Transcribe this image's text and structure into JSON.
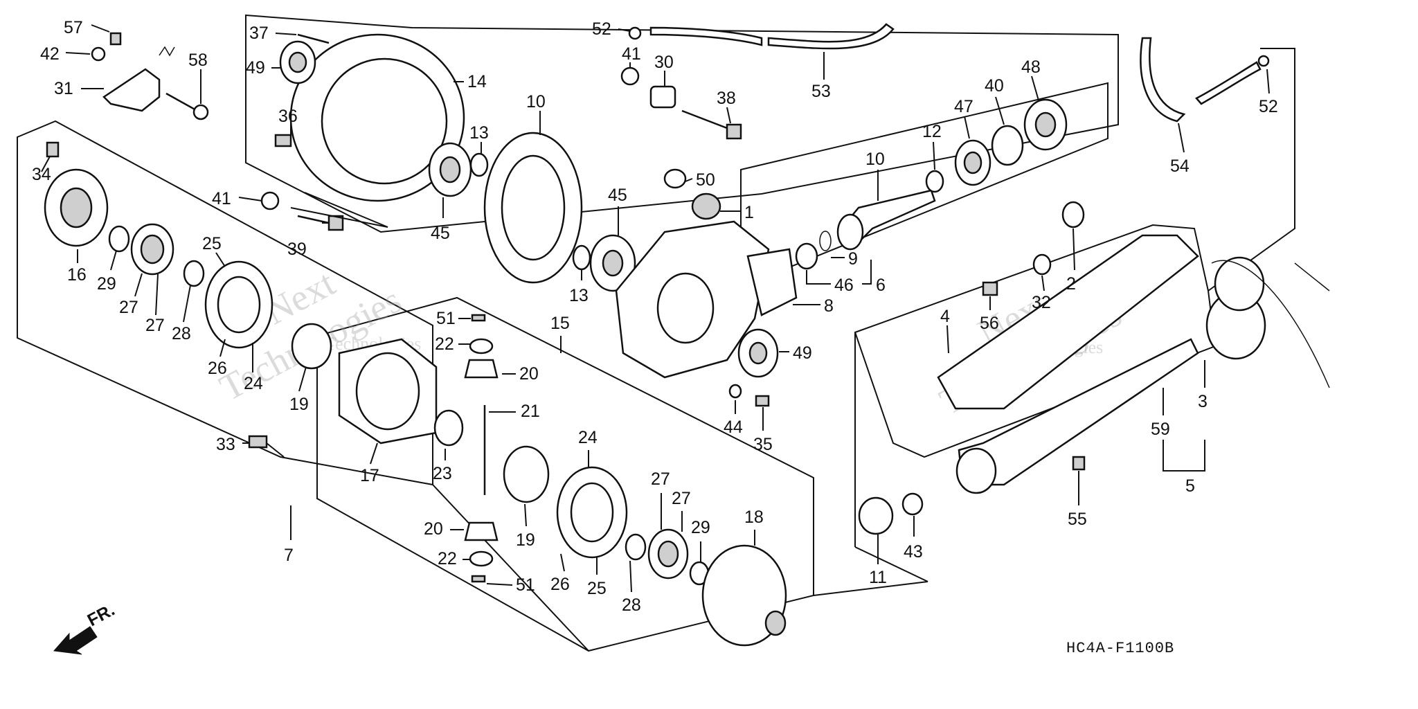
{
  "diagram": {
    "code": "HC4A-F1100B",
    "front_label": "FR.",
    "watermark": [
      "Next",
      "Technologies"
    ],
    "callouts": [
      {
        "id": "c57",
        "text": "57"
      },
      {
        "id": "c42",
        "text": "42"
      },
      {
        "id": "c58",
        "text": "58"
      },
      {
        "id": "c31",
        "text": "31"
      },
      {
        "id": "c37",
        "text": "37"
      },
      {
        "id": "c49a",
        "text": "49"
      },
      {
        "id": "c14",
        "text": "14"
      },
      {
        "id": "c36",
        "text": "36"
      },
      {
        "id": "c52a",
        "text": "52"
      },
      {
        "id": "c41a",
        "text": "41"
      },
      {
        "id": "c30",
        "text": "30"
      },
      {
        "id": "c38",
        "text": "38"
      },
      {
        "id": "c53",
        "text": "53"
      },
      {
        "id": "c10a",
        "text": "10"
      },
      {
        "id": "c13a",
        "text": "13"
      },
      {
        "id": "c45a",
        "text": "45"
      },
      {
        "id": "c34",
        "text": "34"
      },
      {
        "id": "c41b",
        "text": "41"
      },
      {
        "id": "c39",
        "text": "39"
      },
      {
        "id": "c16",
        "text": "16"
      },
      {
        "id": "c29a",
        "text": "29"
      },
      {
        "id": "c27a",
        "text": "27"
      },
      {
        "id": "c27b",
        "text": "27"
      },
      {
        "id": "c28a",
        "text": "28"
      },
      {
        "id": "c25a",
        "text": "25"
      },
      {
        "id": "c26a",
        "text": "26"
      },
      {
        "id": "c24a",
        "text": "24"
      },
      {
        "id": "c19a",
        "text": "19"
      },
      {
        "id": "c33",
        "text": "33"
      },
      {
        "id": "c17",
        "text": "17"
      },
      {
        "id": "c7",
        "text": "7"
      },
      {
        "id": "c51a",
        "text": "51"
      },
      {
        "id": "c22a",
        "text": "22"
      },
      {
        "id": "c20a",
        "text": "20"
      },
      {
        "id": "c15",
        "text": "15"
      },
      {
        "id": "c21",
        "text": "21"
      },
      {
        "id": "c23",
        "text": "23"
      },
      {
        "id": "c24b",
        "text": "24"
      },
      {
        "id": "c19b",
        "text": "19"
      },
      {
        "id": "c20b",
        "text": "20"
      },
      {
        "id": "c22b",
        "text": "22"
      },
      {
        "id": "c51b",
        "text": "51"
      },
      {
        "id": "c26b",
        "text": "26"
      },
      {
        "id": "c25b",
        "text": "25"
      },
      {
        "id": "c28b",
        "text": "28"
      },
      {
        "id": "c27c",
        "text": "27"
      },
      {
        "id": "c27d",
        "text": "27"
      },
      {
        "id": "c29b",
        "text": "29"
      },
      {
        "id": "c18",
        "text": "18"
      },
      {
        "id": "c45b",
        "text": "45"
      },
      {
        "id": "c13b",
        "text": "13"
      },
      {
        "id": "c50",
        "text": "50"
      },
      {
        "id": "c1",
        "text": "1"
      },
      {
        "id": "c10b",
        "text": "10"
      },
      {
        "id": "c12",
        "text": "12"
      },
      {
        "id": "c47",
        "text": "47"
      },
      {
        "id": "c40",
        "text": "40"
      },
      {
        "id": "c48",
        "text": "48"
      },
      {
        "id": "c9",
        "text": "9"
      },
      {
        "id": "c46",
        "text": "46"
      },
      {
        "id": "c6",
        "text": "6"
      },
      {
        "id": "c8",
        "text": "8"
      },
      {
        "id": "c49b",
        "text": "49"
      },
      {
        "id": "c44",
        "text": "44"
      },
      {
        "id": "c35",
        "text": "35"
      },
      {
        "id": "c54",
        "text": "54"
      },
      {
        "id": "c52b",
        "text": "52"
      },
      {
        "id": "c2",
        "text": "2"
      },
      {
        "id": "c32",
        "text": "32"
      },
      {
        "id": "c56",
        "text": "56"
      },
      {
        "id": "c4",
        "text": "4"
      },
      {
        "id": "c3",
        "text": "3"
      },
      {
        "id": "c59",
        "text": "59"
      },
      {
        "id": "c5",
        "text": "5"
      },
      {
        "id": "c55",
        "text": "55"
      },
      {
        "id": "c11",
        "text": "11"
      },
      {
        "id": "c43",
        "text": "43"
      }
    ]
  }
}
